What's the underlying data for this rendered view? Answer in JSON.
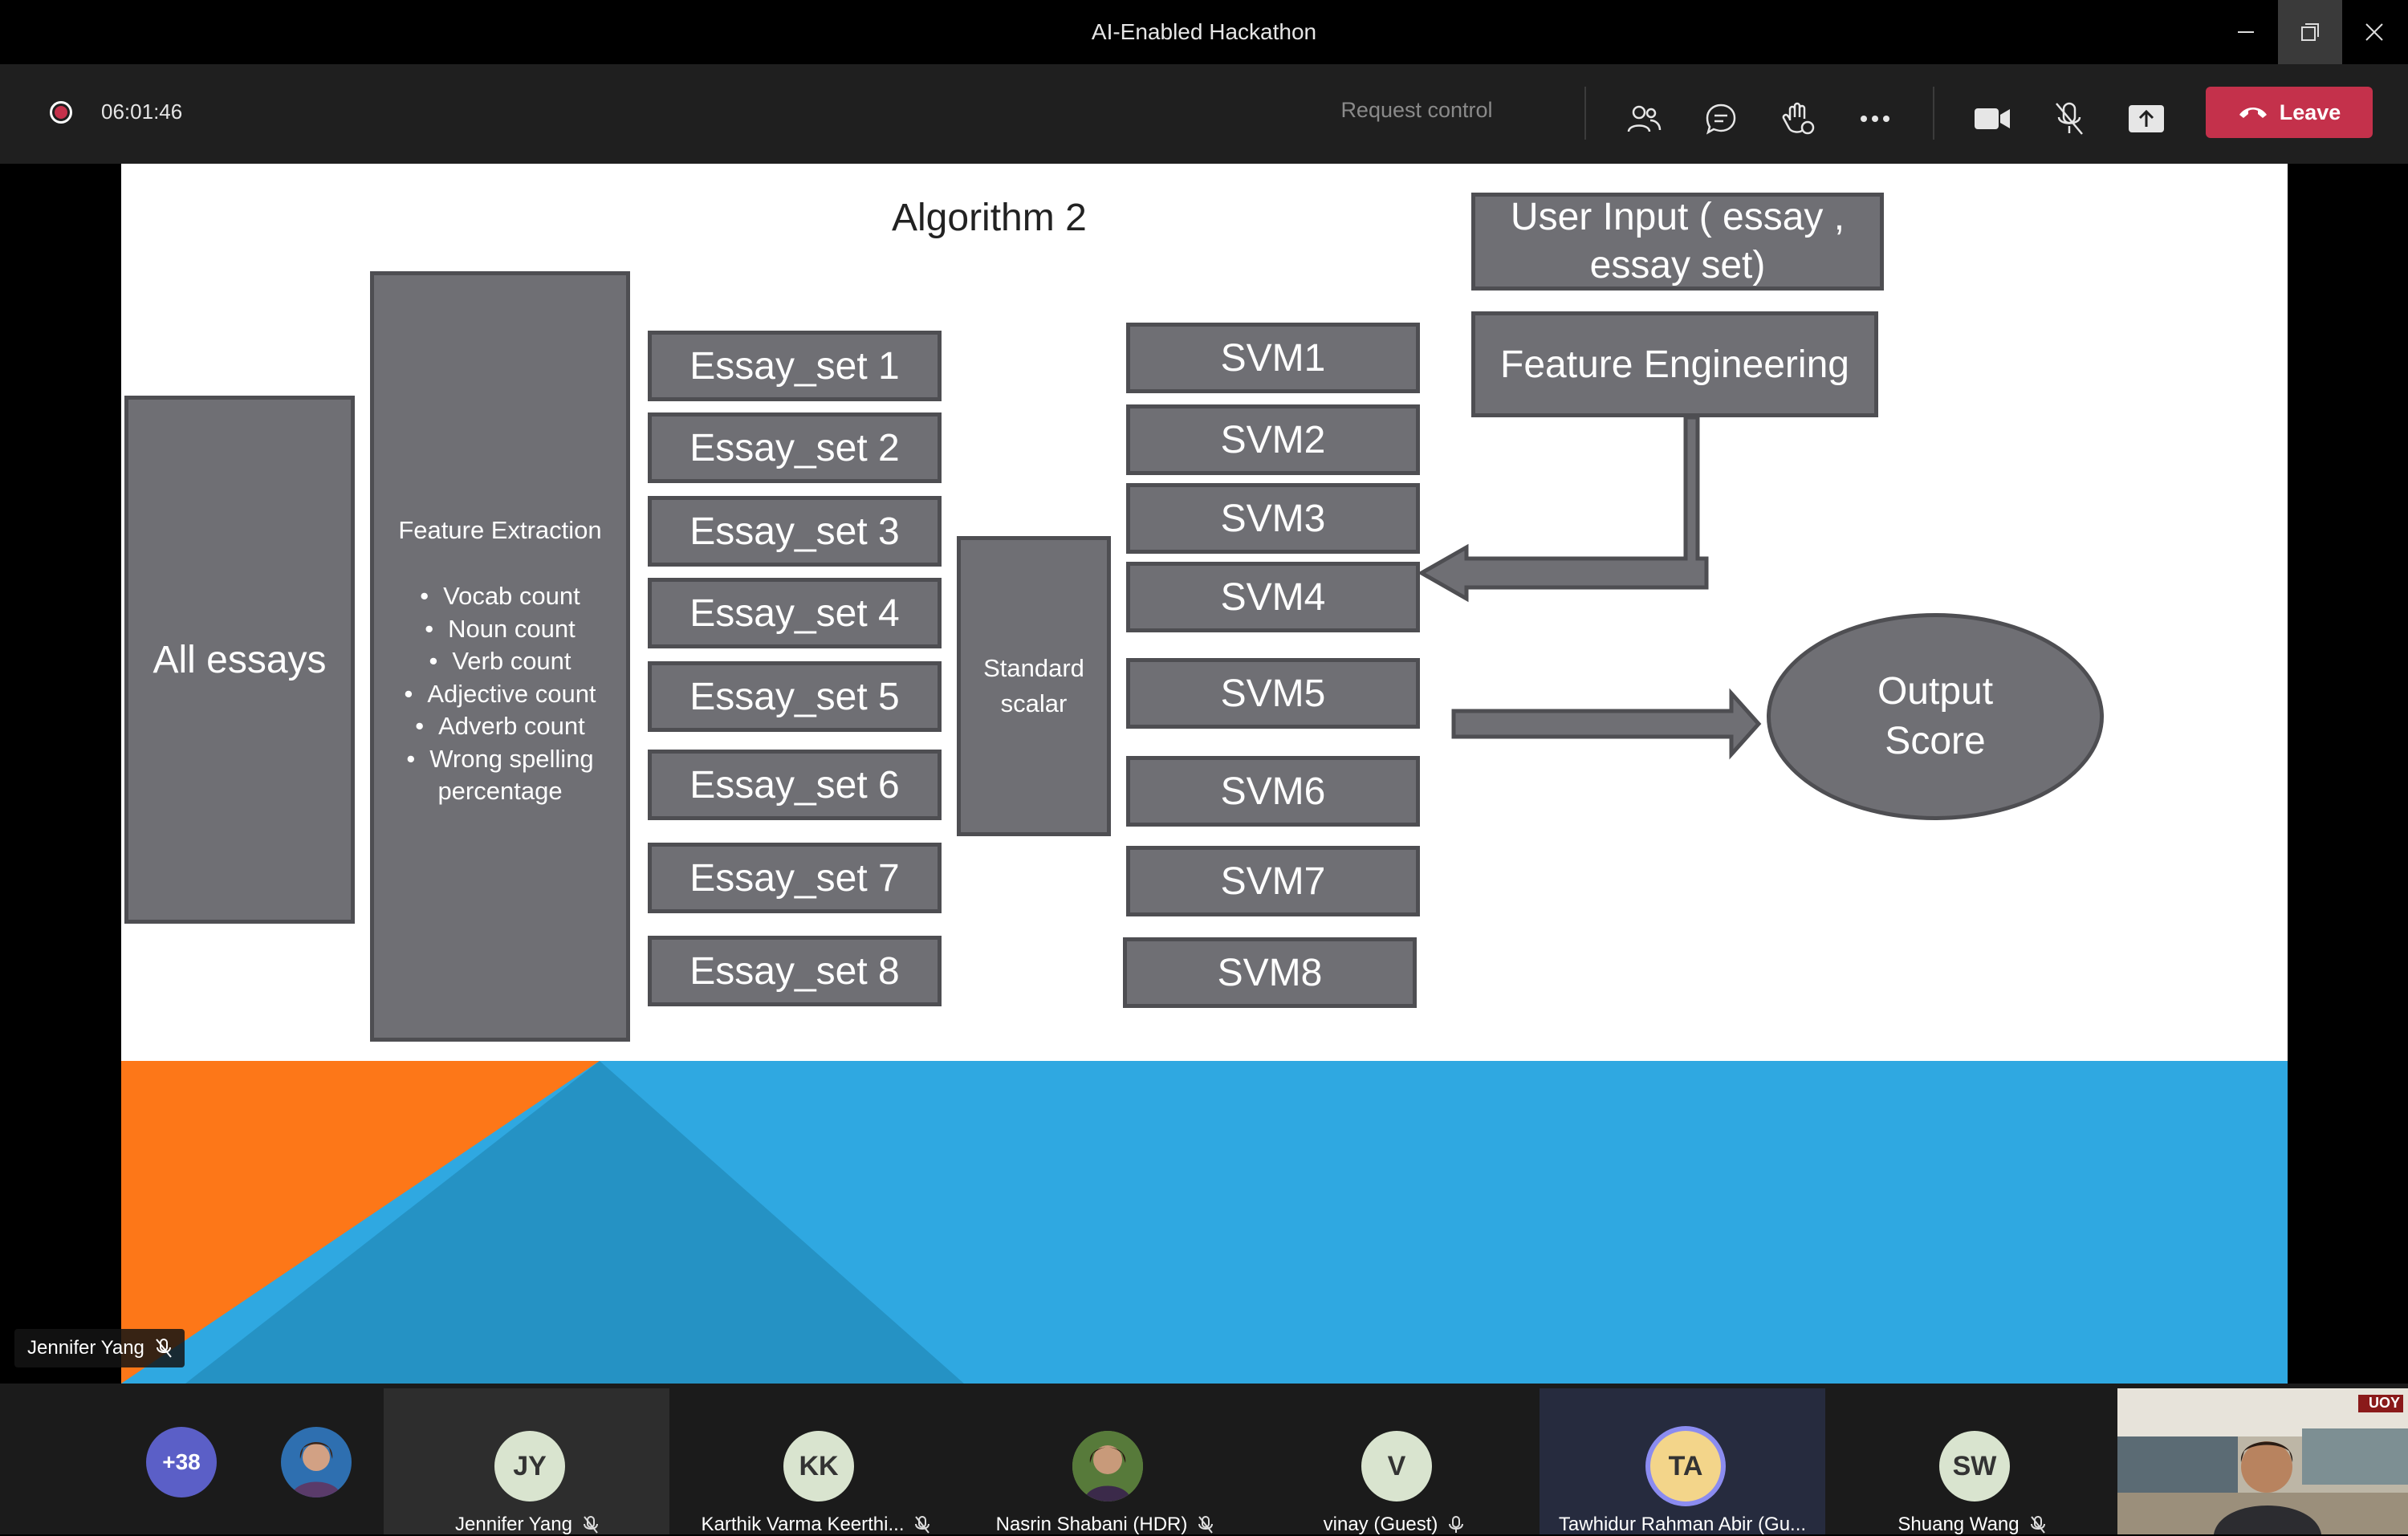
{
  "window": {
    "title": "AI-Enabled Hackathon"
  },
  "toolbar": {
    "timer": "06:01:46",
    "request_control": "Request control",
    "leave_label": "Leave"
  },
  "slide": {
    "title": "Algorithm 2",
    "all_essays": "All essays",
    "feature_extraction": {
      "heading": "Feature Extraction",
      "items": [
        "Vocab count",
        "Noun count",
        "Verb count",
        "Adjective count",
        "Adverb count",
        "Wrong spelling percentage"
      ]
    },
    "essay_sets": [
      "Essay_set 1",
      "Essay_set 2",
      "Essay_set 3",
      "Essay_set 4",
      "Essay_set 5",
      "Essay_set 6",
      "Essay_set 7",
      "Essay_set 8"
    ],
    "standard_scalar": "Standard scalar",
    "svms": [
      "SVM1",
      "SVM2",
      "SVM3",
      "SVM4",
      "SVM5",
      "SVM6",
      "SVM7",
      "SVM8"
    ],
    "user_input": "User Input ( essay , essay set)",
    "feature_engineering": "Feature Engineering",
    "output_score": "Output Score",
    "colors": {
      "box_fill": "#6f6f74",
      "orange": "#fd7718",
      "blue": "#2fa8e1"
    }
  },
  "presenter": {
    "name": "Jennifer Yang"
  },
  "participants": {
    "overflow_count": "+38",
    "tiles": [
      {
        "initials": "JY",
        "name": "Jennifer Yang"
      },
      {
        "initials": "KK",
        "name": "Karthik Varma Keerthi..."
      },
      {
        "initials": "",
        "name": "Nasrin Shabani (HDR)"
      },
      {
        "initials": "V",
        "name": "vinay (Guest)"
      },
      {
        "initials": "TA",
        "name": "Tawhidur Rahman Abir (Gu..."
      },
      {
        "initials": "SW",
        "name": "Shuang Wang"
      }
    ],
    "self_video_badge": "UOY"
  }
}
